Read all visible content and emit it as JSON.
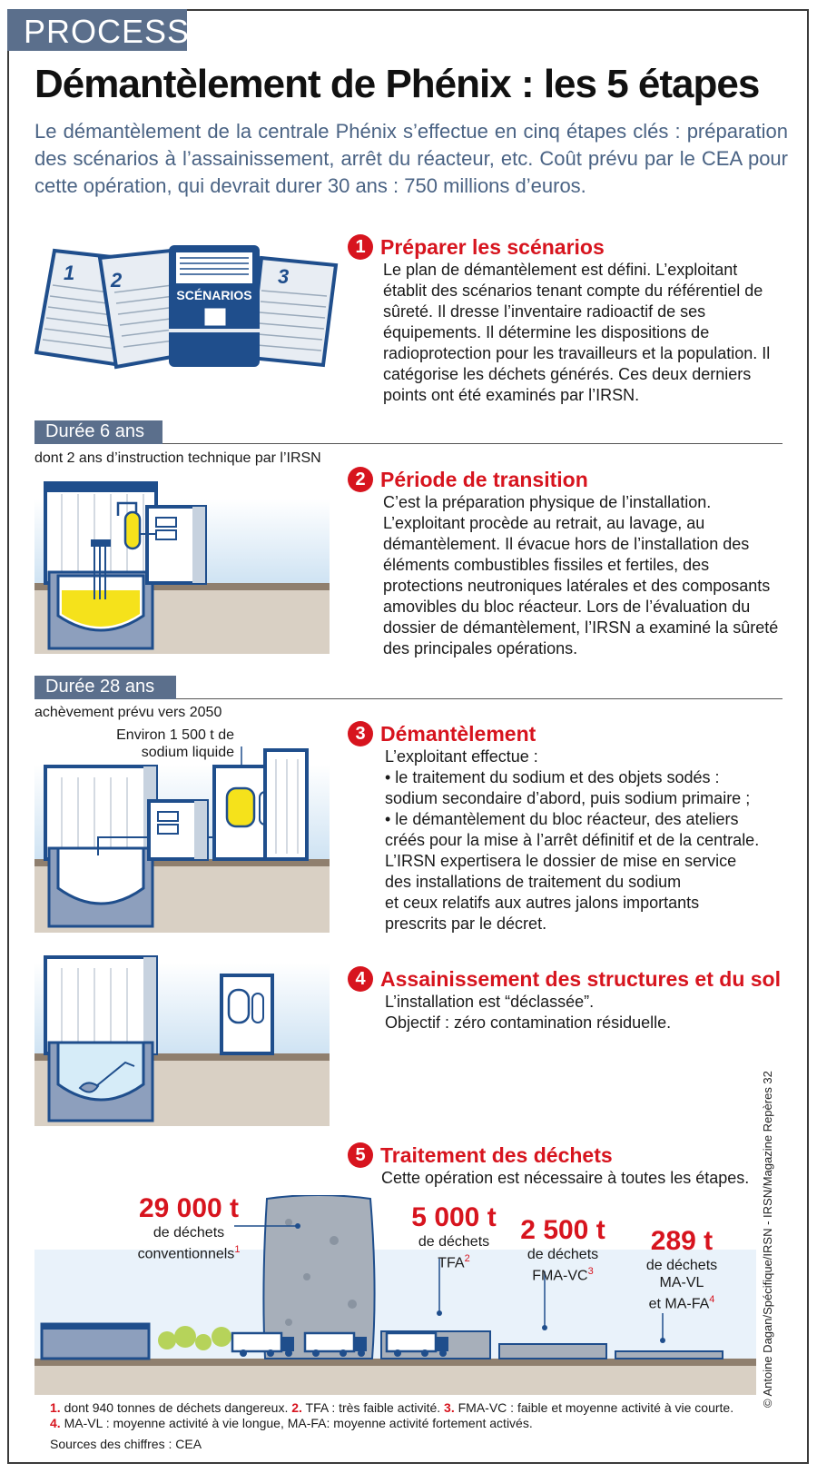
{
  "header": {
    "tag": "PROCESS",
    "title": "Démantèlement de Phénix : les 5 étapes",
    "intro": "Le démantèlement de la centrale Phénix s’effectue en cinq étapes clés : préparation des scénarios à l’assainissement, arrêt du réacteur, etc. Coût prévu par le CEA pour cette opération, qui devrait durer 30 ans : 750 millions d’euros."
  },
  "steps": [
    {
      "number": "1",
      "title": "Préparer les scénarios",
      "text": "Le plan de démantèlement est défini. L’exploitant établit des scénarios tenant compte du référentiel de sûreté. Il dresse l’inventaire radioactif de ses équipements. Il détermine les dispositions de radioprotection pour les travailleurs et la population. Il catégorise les déchets générés. Ces deux derniers points ont été examinés par l’IRSN.",
      "illustration": {
        "label": "SCÉNARIOS",
        "doc_numbers": [
          "1",
          "2",
          "3"
        ]
      }
    },
    {
      "number": "2",
      "title": "Période de transition",
      "text": "C’est la préparation physique de l’installation. L’exploitant procède au retrait, au lavage, au démantèlement. Il évacue hors de l’installation des éléments combustibles fissiles et fertiles, des protections neutroniques latérales et des composants amovibles du bloc réacteur. Lors de l’évaluation du dossier de démantèlement, l’IRSN a examiné la sûreté des principales opérations."
    },
    {
      "number": "3",
      "title": "Démantèlement",
      "lines": [
        "L’exploitant effectue :",
        "• le traitement du sodium et des objets sodés :",
        "sodium secondaire d’abord, puis sodium primaire ;",
        "• le démantèlement du bloc réacteur, des ateliers",
        "créés pour la mise à l’arrêt définitif et de la centrale.",
        "L’IRSN expertisera le dossier de mise en service",
        "des installations de traitement du sodium",
        "et ceux relatifs aux autres jalons importants",
        "prescrits par le décret."
      ],
      "callout": [
        "Environ 1 500 t de",
        "sodium liquide"
      ]
    },
    {
      "number": "4",
      "title": "Assainissement des structures et du sol",
      "lines": [
        "L’installation est “déclassée”.",
        "Objectif : zéro contamination résiduelle."
      ]
    },
    {
      "number": "5",
      "title": "Traitement des déchets",
      "lines": [
        "Cette opération est nécessaire à toutes les étapes."
      ]
    }
  ],
  "durations": [
    {
      "label": "Durée 6 ans",
      "note": "dont 2 ans d’instruction technique par l’IRSN"
    },
    {
      "label": "Durée 28 ans",
      "note": "achèvement prévu vers 2050"
    }
  ],
  "waste": [
    {
      "amount": "29 000 t",
      "line1": "de déchets",
      "line2": "conventionnels",
      "ref": "1"
    },
    {
      "amount": "5 000 t",
      "line1": "de déchets",
      "line2": "TFA",
      "ref": "2"
    },
    {
      "amount": "2 500 t",
      "line1": "de déchets",
      "line2": "FMA-VC",
      "ref": "3"
    },
    {
      "amount": "289 t",
      "line1": "de déchets",
      "line2": "MA-VL",
      "line3": "et MA-FA",
      "ref": "4"
    }
  ],
  "footnotes": {
    "n1": "1.",
    "t1": " dont 940 tonnes de déchets dangereux. ",
    "n2": "2.",
    "t2": " TFA : très faible activité. ",
    "n3": "3.",
    "t3": " FMA-VC : faible et moyenne activité à vie courte.",
    "n4": "4.",
    "t4": " MA-VL : moyenne activité à vie longue, MA-FA: moyenne activité fortement activés.",
    "sources": "Sources des chiffres : CEA"
  },
  "credit": "© Antoine Dagan/Spécifique/IRSN - IRSN/Magazine Repères 32",
  "colors": {
    "accent": "#d7141e",
    "band": "#5b6f8c",
    "navy": "#1f4e8c",
    "intro": "#4a6384",
    "ground": "#8f7f6e",
    "sodium": "#f5e21b"
  }
}
